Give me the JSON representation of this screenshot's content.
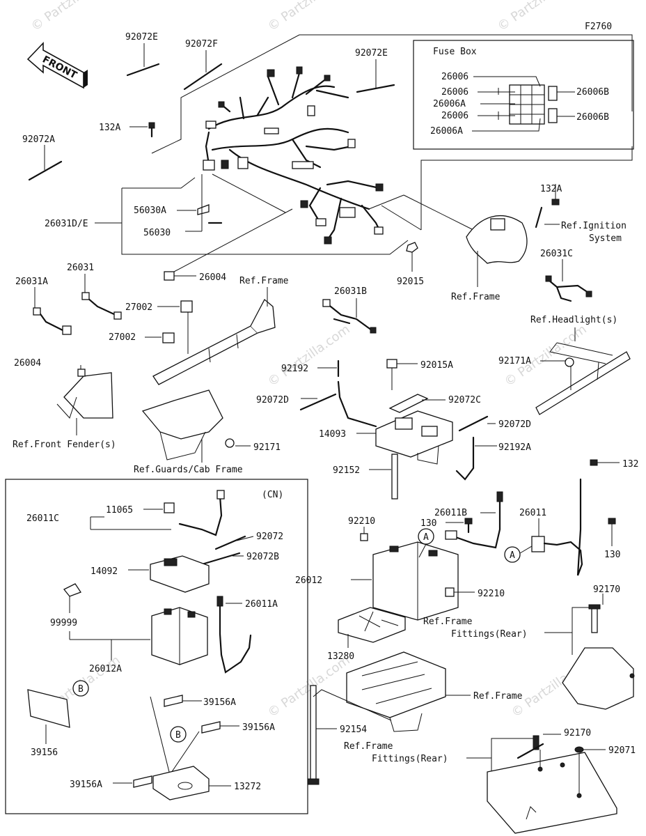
{
  "figure_code": "F2760",
  "front_label": "FRONT",
  "watermark": "© Partzilla.com",
  "fuse_box": {
    "title": "Fuse Box",
    "labels": [
      "26006",
      "26006",
      "26006A",
      "26006",
      "26006A",
      "26006B",
      "26006B"
    ]
  },
  "section_cn_label": "(CN)",
  "callout_letters": {
    "a": "A",
    "b": "B"
  },
  "part_labels": {
    "p92072E_left": "92072E",
    "p92072F": "92072F",
    "p92072E_right": "92072E",
    "p132A_top": "132A",
    "p92072A": "92072A",
    "p26031DE": "26031D/E",
    "p56030A": "56030A",
    "p56030": "56030",
    "p26004_top": "26004",
    "p92015": "92015",
    "p132A_right": "132A",
    "p26031C": "26031C",
    "p26031": "26031",
    "p26031A": "26031A",
    "p27002_a": "27002",
    "p27002_b": "27002",
    "p26004_left": "26004",
    "p26031B": "26031B",
    "p92192": "92192",
    "p92015A": "92015A",
    "p92072C": "92072C",
    "p92072D_left": "92072D",
    "p92072D_right": "92072D",
    "p14093": "14093",
    "p92192A": "92192A",
    "p92152": "92152",
    "p92171A": "92171A",
    "p92171": "92171",
    "p132": "132",
    "p130_right": "130",
    "p26011": "26011",
    "p26011B": "26011B",
    "p130_mid": "130",
    "p92210_a": "92210",
    "p92210_b": "92210",
    "p26012": "26012",
    "p13280": "13280",
    "p92154": "92154",
    "p92170_a": "92170",
    "p92170_b": "92170",
    "p92071": "92071",
    "p26011C": "26011C",
    "p11065": "11065",
    "p92072": "92072",
    "p92072B": "92072B",
    "p14092": "14092",
    "p26011A": "26011A",
    "p99999": "99999",
    "p26012A": "26012A",
    "p39156A_a": "39156A",
    "p39156A_b": "39156A",
    "p39156A_c": "39156A",
    "p39156": "39156",
    "p13272": "13272"
  },
  "references": {
    "ignition_1": "Ref.Ignition",
    "ignition_2": "System",
    "frame_top": "Ref.Frame",
    "frame_mid": "Ref.Frame",
    "headlights": "Ref.Headlight(s)",
    "front_fender": "Ref.Front Fender(s)",
    "guards_cab": "Ref.Guards/Cab Frame",
    "frame_fittings_1": "Ref.Frame",
    "frame_fittings_1b": "Fittings(Rear)",
    "frame_lower": "Ref.Frame",
    "frame_fittings_2": "Ref.Frame",
    "frame_fittings_2b": "Fittings(Rear)"
  }
}
